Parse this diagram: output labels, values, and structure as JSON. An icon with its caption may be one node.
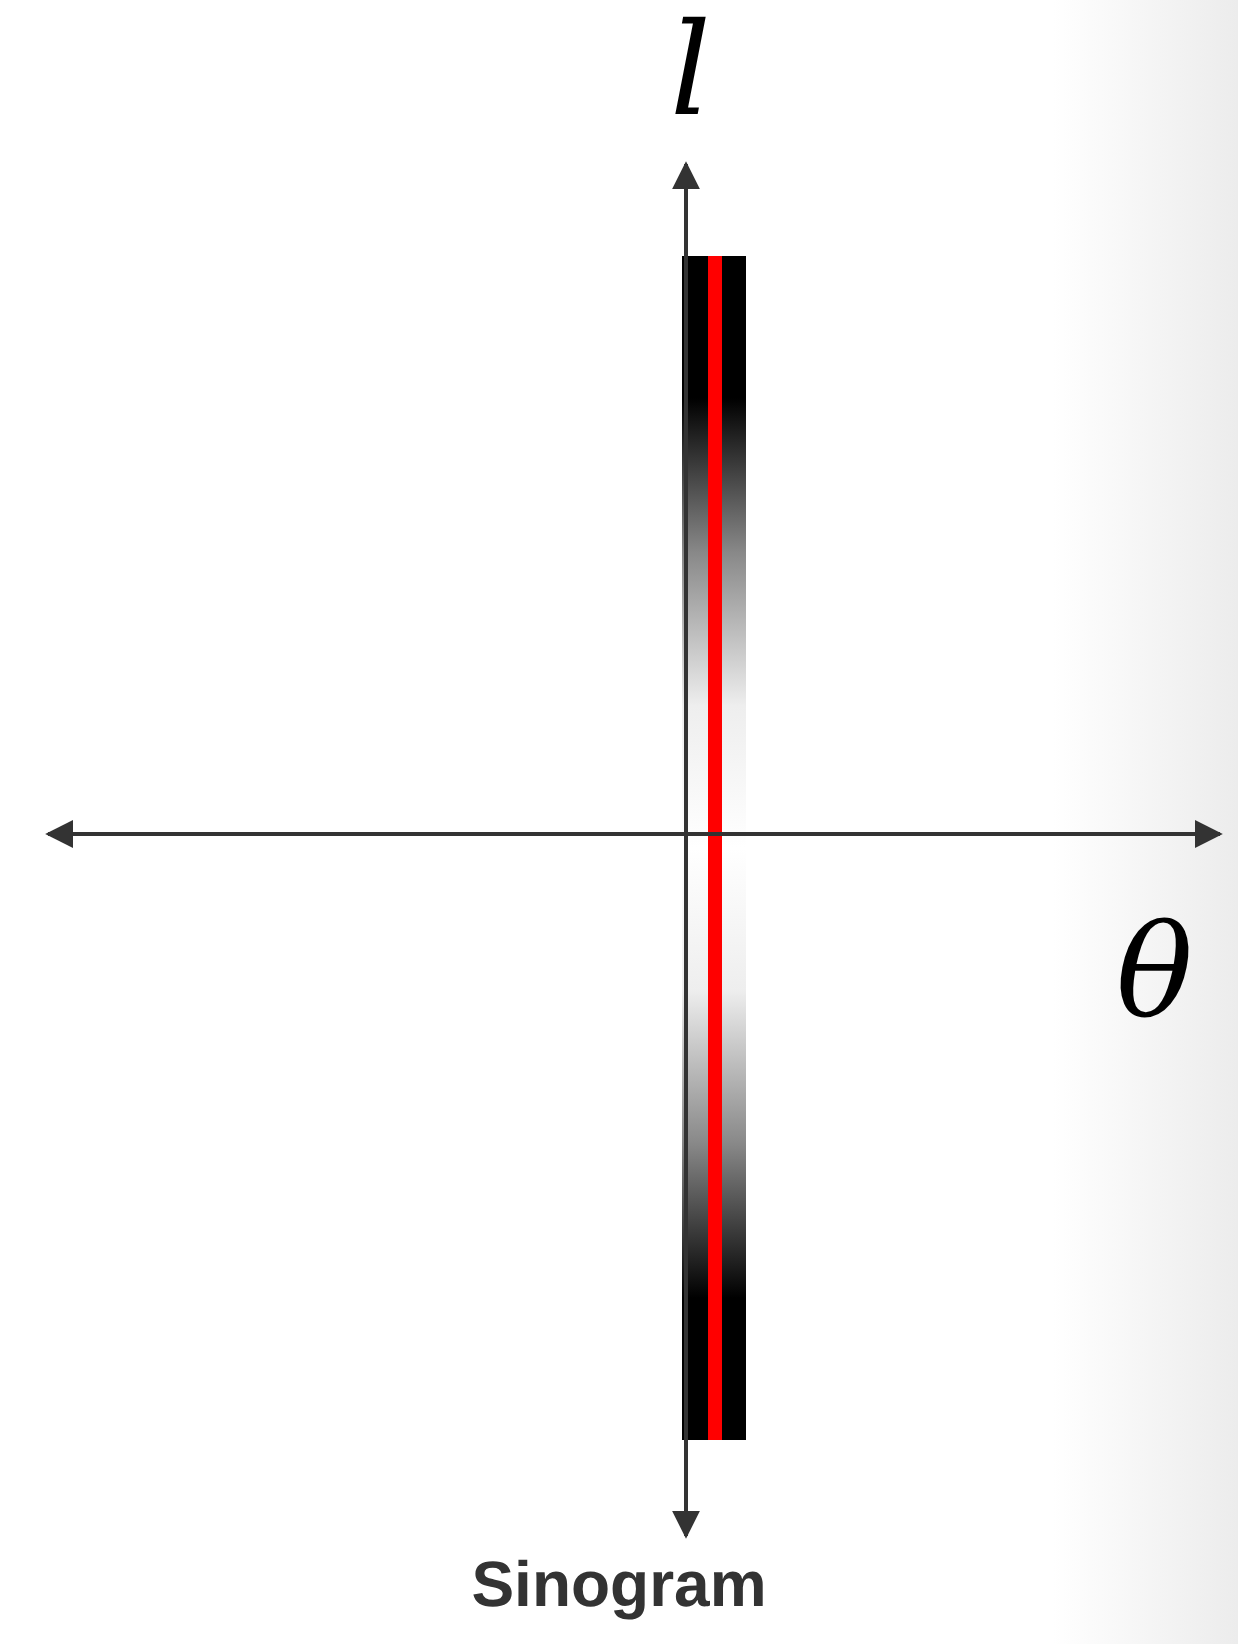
{
  "diagram": {
    "caption": "Sinogram",
    "labels": [
      "l",
      "θ"
    ]
  }
}
